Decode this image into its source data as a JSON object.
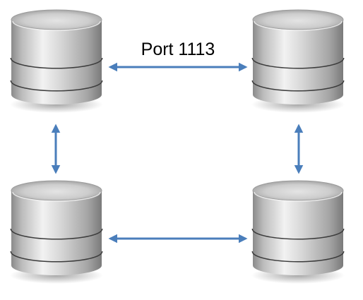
{
  "connection_label": "Port 1113",
  "colors": {
    "arrow": "#4a7ebb",
    "background": "#ffffff",
    "label": "#000000",
    "server_light": "#f4f4f4",
    "server_mid": "#bcbcbc",
    "server_dark": "#6e6e6e"
  },
  "nodes": [
    {
      "id": "top-left",
      "icon": "database-icon"
    },
    {
      "id": "top-right",
      "icon": "database-icon"
    },
    {
      "id": "bottom-left",
      "icon": "database-icon"
    },
    {
      "id": "bottom-right",
      "icon": "database-icon"
    }
  ],
  "connections": [
    {
      "from": "top-left",
      "to": "top-right",
      "direction": "bidirectional",
      "labeled": true
    },
    {
      "from": "bottom-left",
      "to": "bottom-right",
      "direction": "bidirectional",
      "labeled": false
    },
    {
      "from": "top-left",
      "to": "bottom-left",
      "direction": "bidirectional",
      "labeled": false
    },
    {
      "from": "top-right",
      "to": "bottom-right",
      "direction": "bidirectional",
      "labeled": false
    }
  ]
}
